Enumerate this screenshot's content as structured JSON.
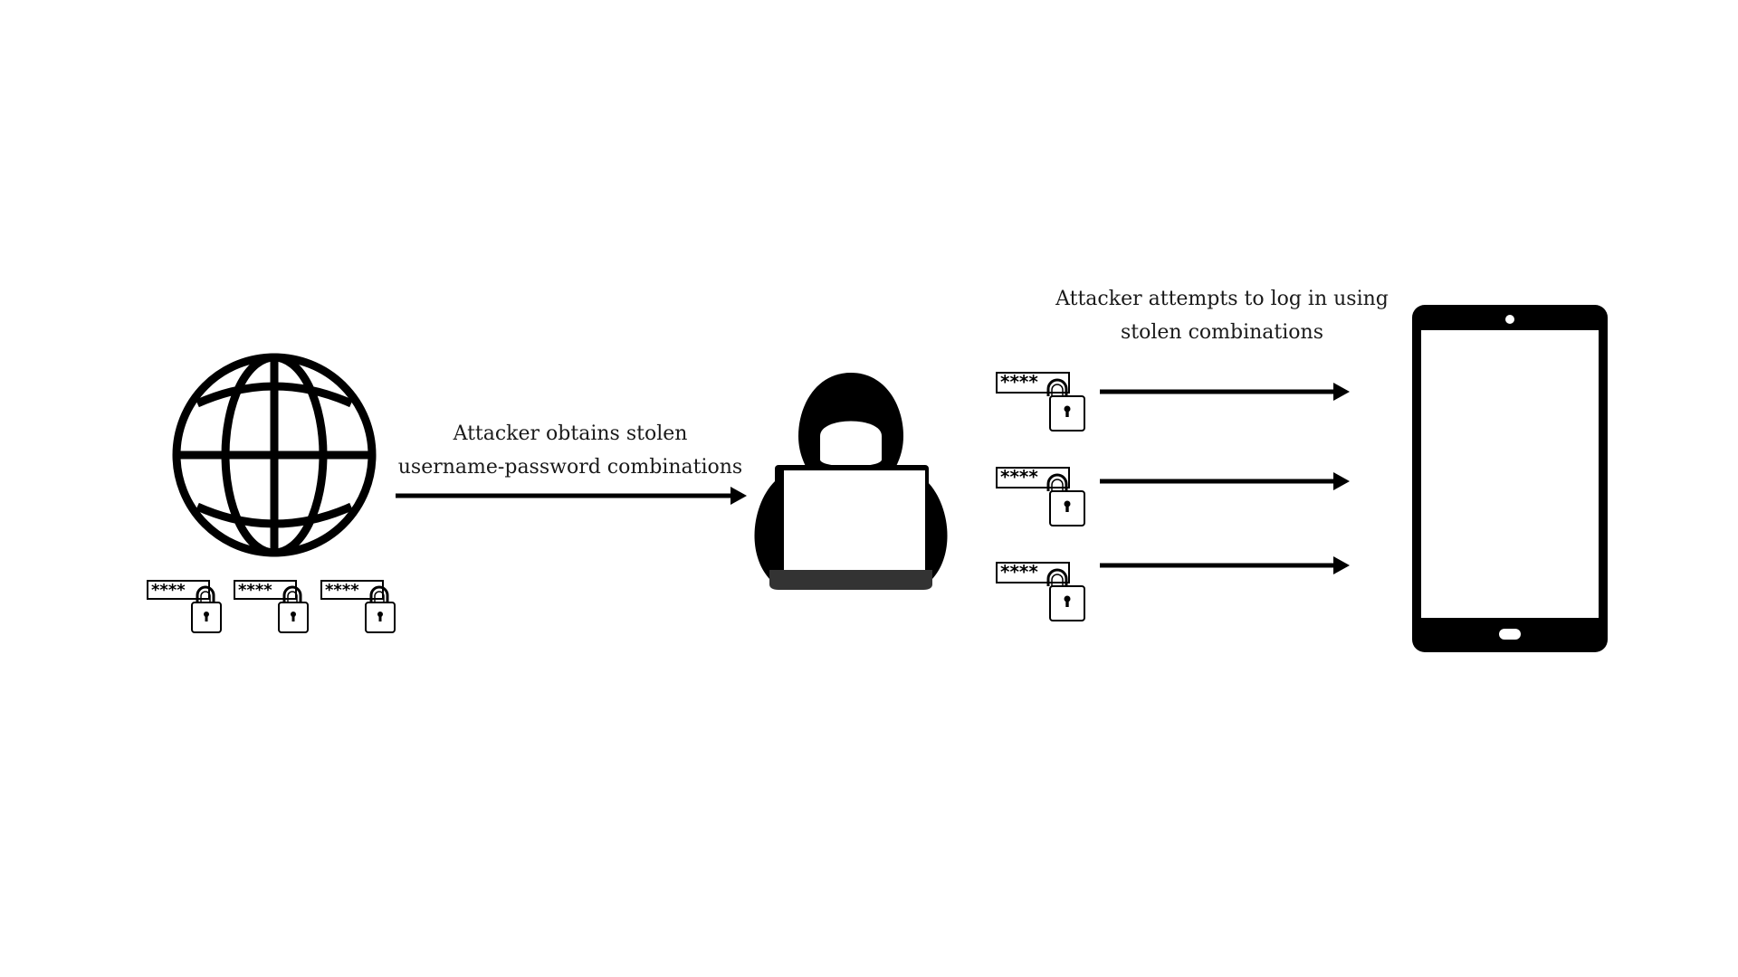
{
  "diagram": {
    "captions": {
      "obtain": {
        "line1": "Attacker obtains stolen",
        "line2": "username-password combinations"
      },
      "attempt": {
        "line1": "Attacker attempts to log in using",
        "line2": "stolen combinations"
      }
    },
    "credential_mask": "****",
    "nodes": {
      "source": "globe-icon",
      "attacker": "hacker-laptop-icon",
      "target": "tablet-icon"
    },
    "colors": {
      "ink": "#000000",
      "background": "#ffffff",
      "laptop_base": "#333333"
    }
  }
}
